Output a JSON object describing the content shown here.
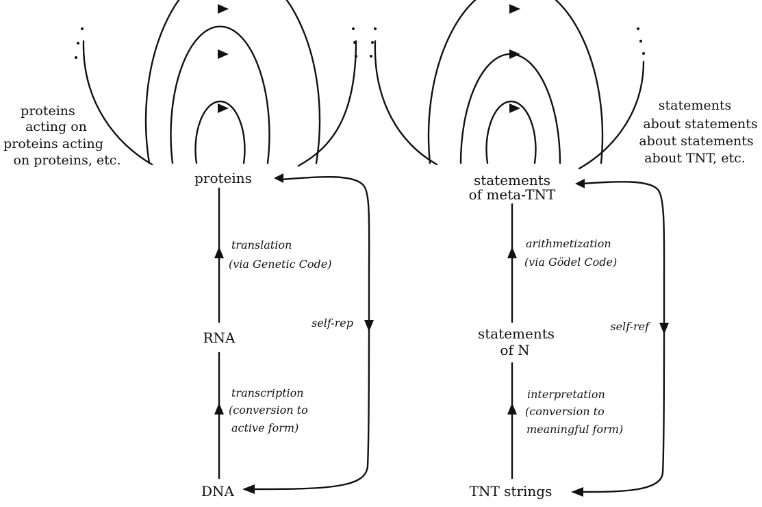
{
  "left": {
    "nodes": {
      "top": "proteins",
      "middle": "RNA",
      "bottom": "DNA"
    },
    "processes": {
      "upper": [
        "translation",
        "(via Genetic Code)"
      ],
      "lower": [
        "transcription",
        "(conversion to",
        "active form)"
      ],
      "loop": "self-rep"
    },
    "side_note": [
      "proteins",
      "acting on",
      "proteins acting",
      "on proteins, etc."
    ]
  },
  "right": {
    "nodes": {
      "top": [
        "statements",
        "of meta-TNT"
      ],
      "middle": [
        "statements",
        "of N"
      ],
      "bottom": "TNT strings"
    },
    "processes": {
      "upper": [
        "arithmetization",
        "(via Gödel Code)"
      ],
      "lower": [
        "interpretation",
        "(conversion to",
        "meaningful form)"
      ],
      "loop": "self-ref"
    },
    "side_note": [
      "statements",
      "about statements",
      "about statements",
      "about TNT, etc."
    ]
  }
}
